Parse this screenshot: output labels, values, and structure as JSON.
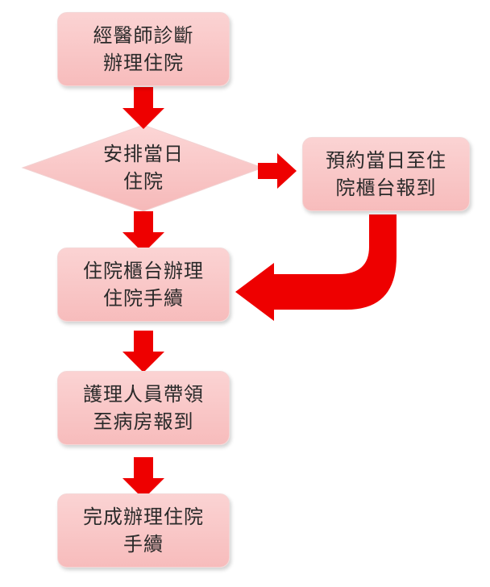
{
  "colors": {
    "box_fill": "#f9c6c6",
    "arrow": "#ee0000",
    "text": "#2a2a2a"
  },
  "steps": {
    "doctor_diagnosis": [
      "經醫師診斷",
      "辦理住院"
    ],
    "same_day_decision": [
      "安排當日",
      "住院"
    ],
    "reserve_same_day": [
      "預約當日至住",
      "院櫃台報到"
    ],
    "counter_admission": [
      "住院櫃台辦理",
      "住院手續"
    ],
    "nurse_escort": [
      "護理人員帶領",
      "至病房報到"
    ],
    "complete_admission": [
      "完成辦理住院",
      "手續"
    ]
  }
}
